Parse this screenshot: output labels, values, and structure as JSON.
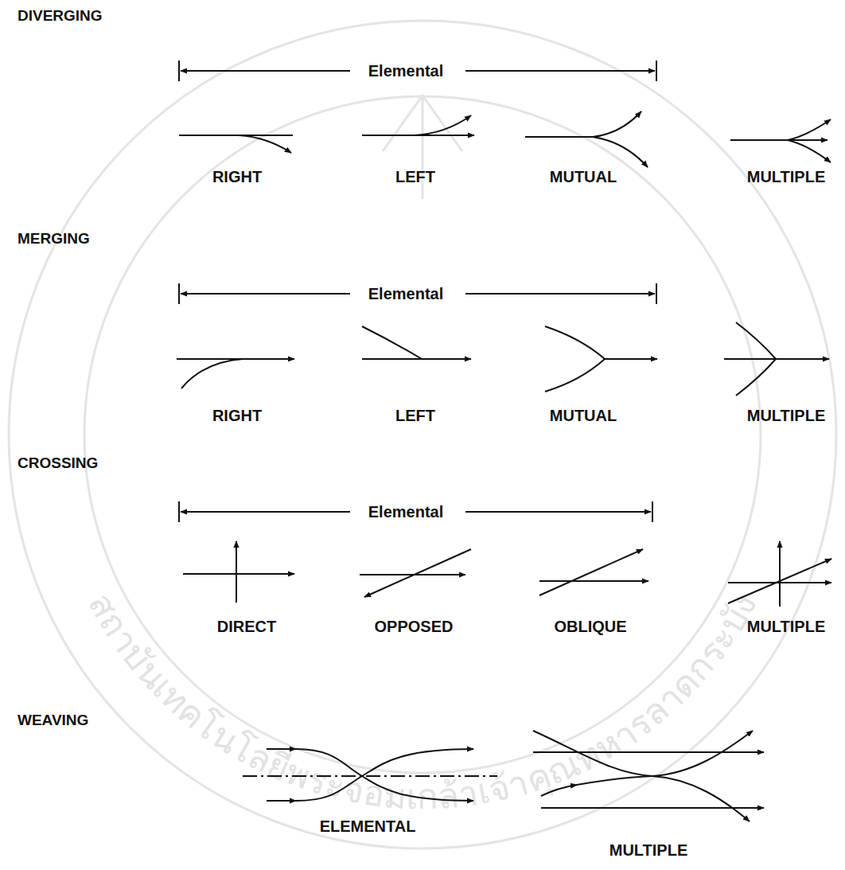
{
  "diagram": {
    "labels": [
      "DIVERGING",
      "Elemental",
      "RIGHT",
      "LEFT",
      "MUTUAL",
      "MULTIPLE",
      "MERGING",
      "Elemental",
      "RIGHT",
      "LEFT",
      "MUTUAL",
      "MULTIPLE",
      "CROSSING",
      "Elemental",
      "DIRECT",
      "OPPOSED",
      "OBLIQUE",
      "MULTIPLE",
      "WEAVING",
      "ELEMENTAL",
      "MULTIPLE",
      "สถาบันเทคโนโลยีพระจอมเกล้าเจ้าคุณทหารลาดกระบัง"
    ]
  }
}
